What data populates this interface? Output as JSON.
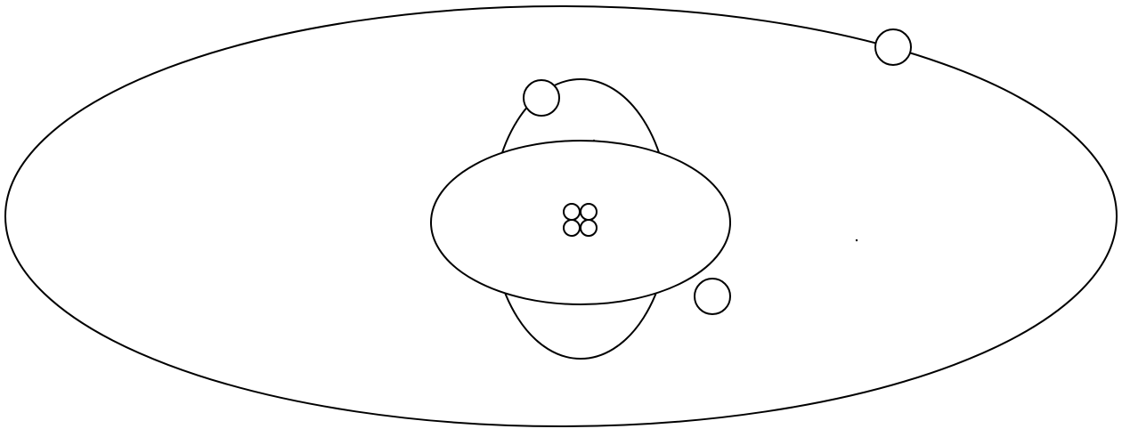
{
  "diagram": {
    "colors": {
      "stroke": "#000000",
      "background": "#ffffff"
    },
    "orbits": [
      {
        "name": "outer-orbit"
      },
      {
        "name": "vertical-inner-orbit"
      },
      {
        "name": "horizontal-inner-orbit"
      }
    ],
    "electron_count": 3,
    "nucleus_particle_count": 4
  }
}
